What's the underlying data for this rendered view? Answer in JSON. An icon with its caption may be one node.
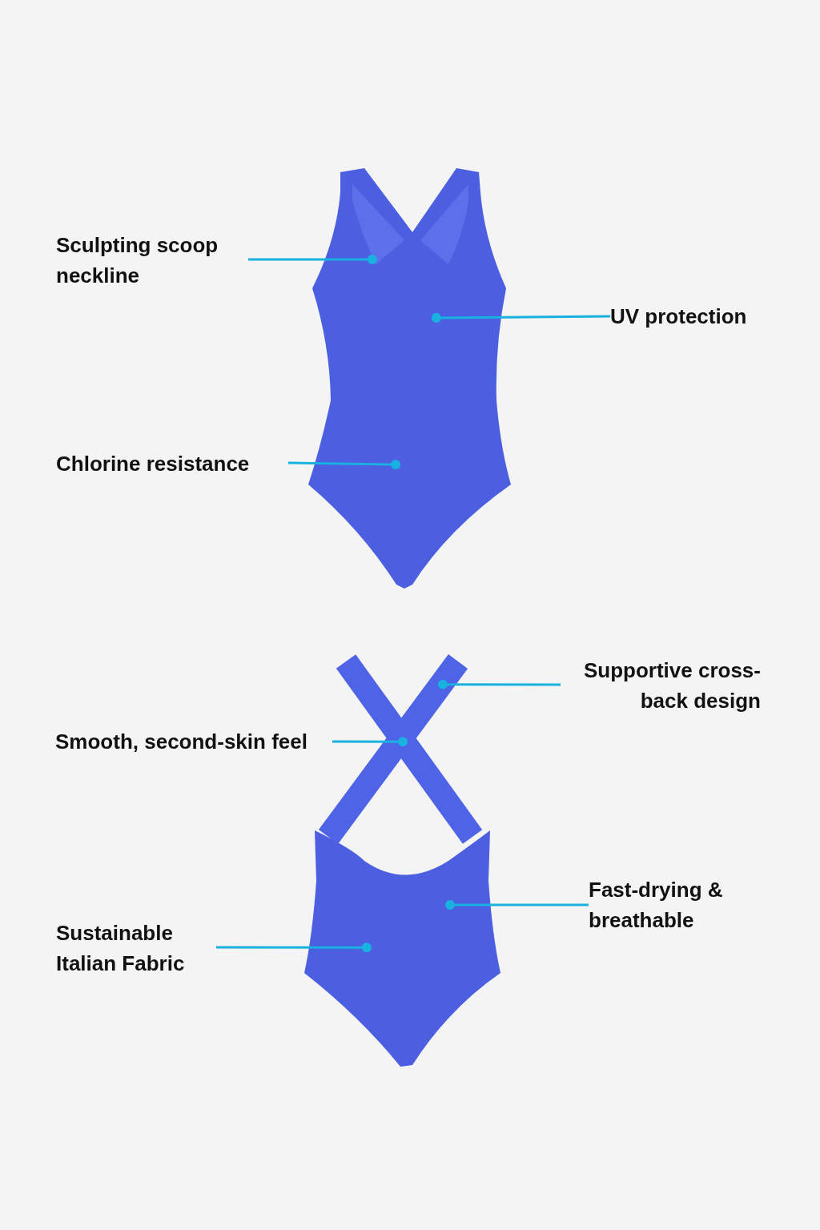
{
  "diagram": {
    "nodes": [
      {
        "text": [
          "Sculpting scoop neckline"
        ]
      },
      {
        "text": [
          "UV protection"
        ]
      },
      {
        "text": [
          "Chlorine resistance"
        ]
      },
      {
        "text": [
          "Supportive cross-back design"
        ]
      },
      {
        "text": [
          "Smooth, second-skin feel"
        ]
      },
      {
        "text": [
          "Fast-drying & breathable"
        ]
      },
      {
        "text": [
          "Sustainable Italian Fabric"
        ]
      },
      {
        "text": [],
        "shape": "picture"
      },
      {
        "text": [],
        "shape": "picture"
      }
    ],
    "edges": [
      {
        "from": 0,
        "to": 7,
        "arrow": "other"
      },
      {
        "from": 1,
        "to": 7,
        "arrow": "other"
      },
      {
        "from": 2,
        "to": 7,
        "arrow": "other"
      },
      {
        "from": 3,
        "to": 8,
        "arrow": "other"
      },
      {
        "from": 4,
        "to": 8,
        "arrow": "other"
      },
      {
        "from": 5,
        "to": 8,
        "arrow": "other"
      },
      {
        "from": 6,
        "to": 8,
        "arrow": "other"
      }
    ]
  }
}
